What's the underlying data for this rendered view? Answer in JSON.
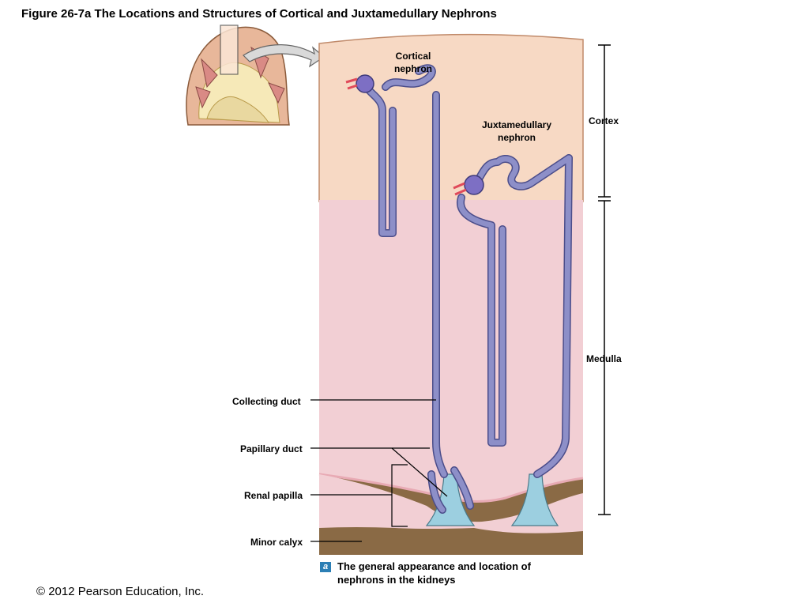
{
  "title": "Figure 26-7a  The Locations and Structures of Cortical and Juxtamedullary Nephrons",
  "labels": {
    "cortical_nephron": [
      "Cortical",
      "nephron"
    ],
    "juxtamedullary_nephron": [
      "Juxtamedullary",
      "nephron"
    ],
    "cortex": "Cortex",
    "medulla": "Medulla",
    "collecting_duct": "Collecting duct",
    "papillary_duct": "Papillary duct",
    "renal_papilla": "Renal papilla",
    "minor_calyx": "Minor calyx"
  },
  "caption": {
    "badge": "a",
    "lines": [
      "The general appearance and location of",
      "nephrons in the kidneys"
    ]
  },
  "copyright": "© 2012 Pearson Education, Inc.",
  "colors": {
    "cortex": "#f7d9c4",
    "medulla": "#f2cfd4",
    "calyx": "#8a6a45",
    "tubule": "#8d8fc8",
    "tubule_outline": "#4b4d8a",
    "glomerulus": "#7d6fc4",
    "arteriole": "#e04a5a",
    "papilla": "#9ccfe0"
  }
}
